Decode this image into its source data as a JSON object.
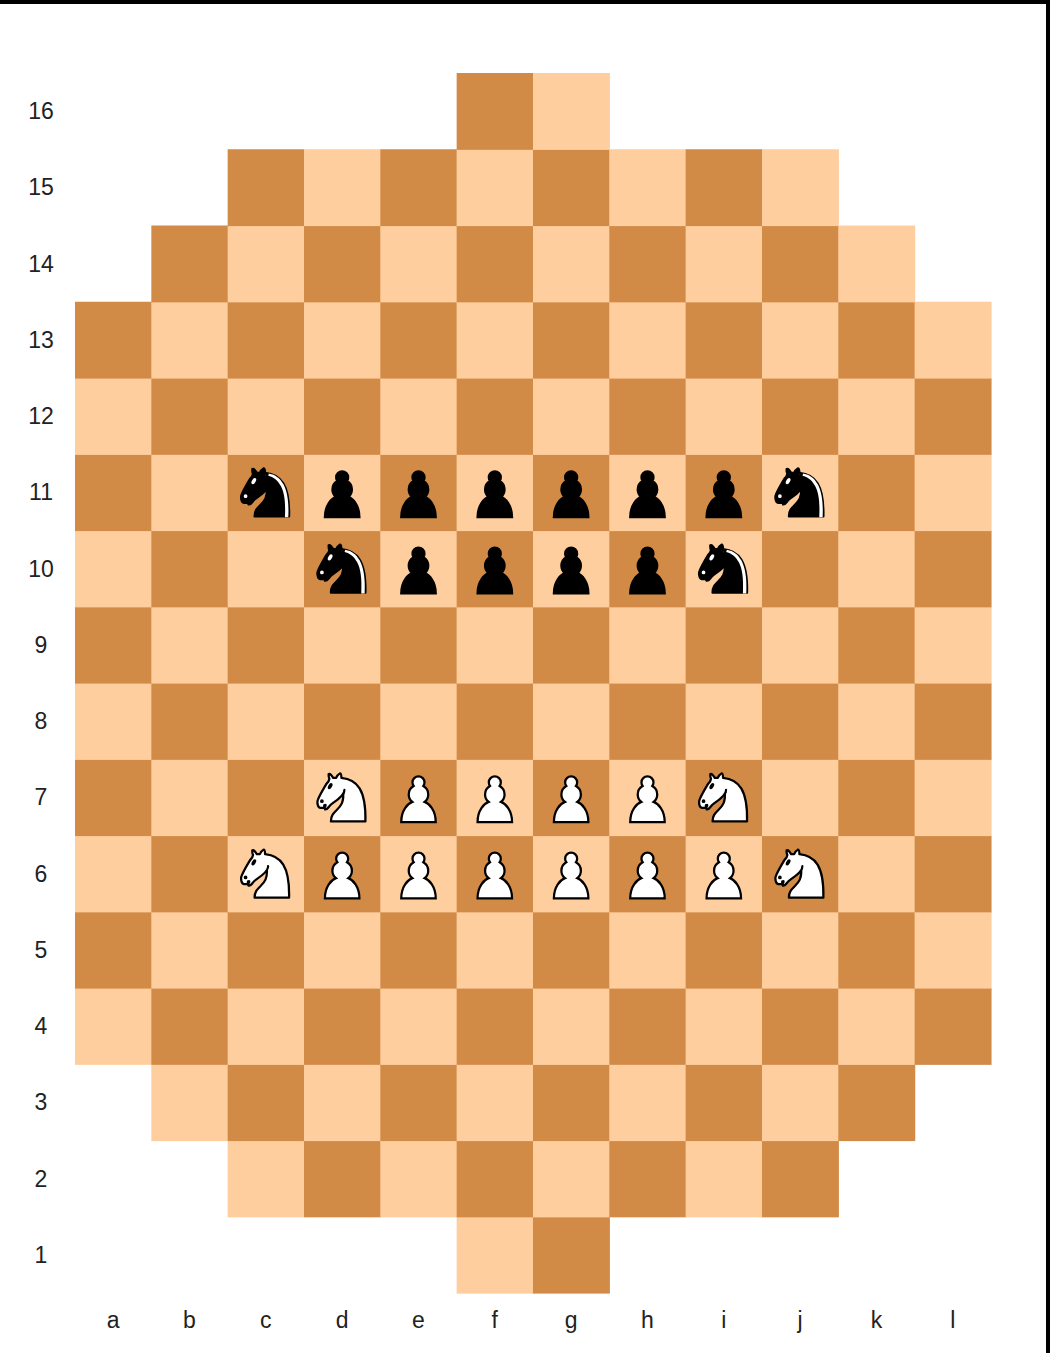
{
  "diagram": {
    "labels": [
      "16",
      "15",
      "14",
      "13",
      "12",
      "11",
      "10",
      "9",
      "8",
      "7",
      "6",
      "5",
      "4",
      "3",
      "2",
      "1",
      "a",
      "b",
      "c",
      "d",
      "e",
      "f",
      "g",
      "h",
      "i",
      "j",
      "k",
      "l"
    ]
  }
}
